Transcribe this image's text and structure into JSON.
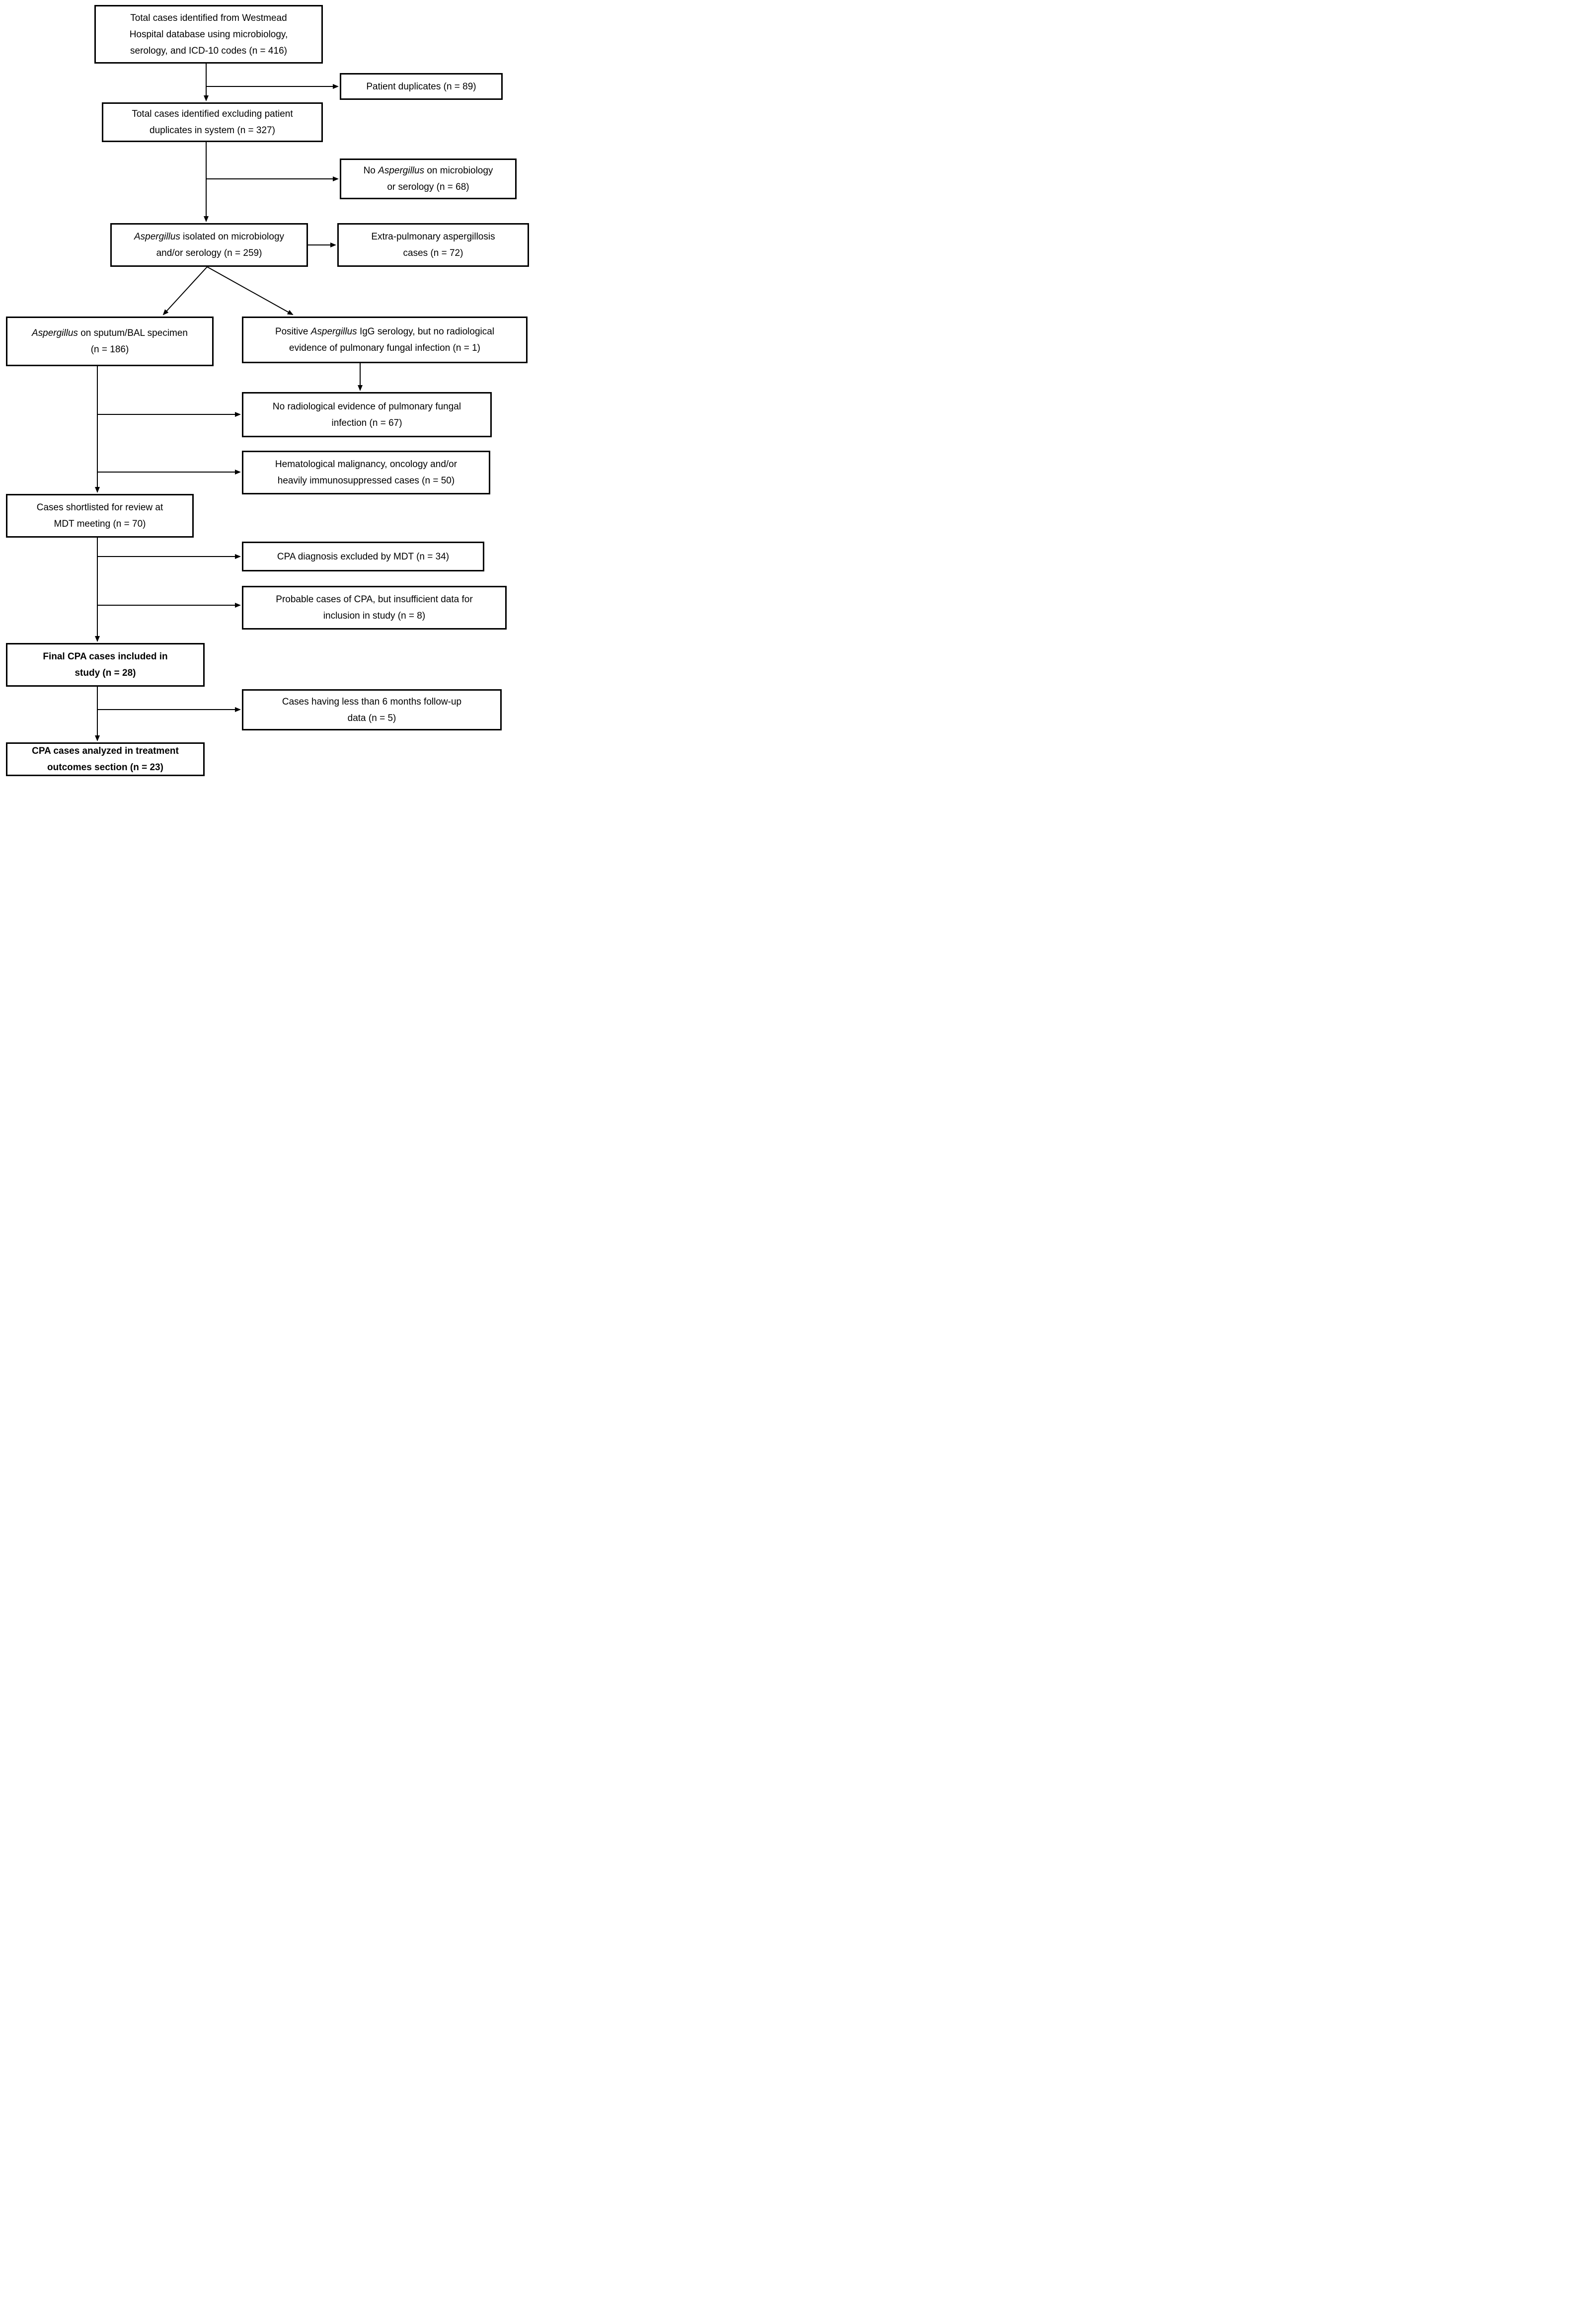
{
  "diagram": {
    "kind": "study-selection-flowchart",
    "box_border_color": "#000000",
    "box_fill_color": "#ffffff",
    "text_color": "#000000"
  },
  "nodes": [
    {
      "id": "total-cases-identified",
      "n": 416,
      "bold": false,
      "lines": [
        [
          {
            "t": "Total cases identified from Westmead"
          }
        ],
        [
          {
            "t": "Hospital database using microbiology,"
          }
        ],
        [
          {
            "t": "serology, and ICD-10 codes (n = 416)"
          }
        ]
      ]
    },
    {
      "id": "patient-duplicates",
      "n": 89,
      "bold": false,
      "lines": [
        [
          {
            "t": "Patient duplicates (n = 89)"
          }
        ]
      ]
    },
    {
      "id": "cases-excluding-duplicates",
      "n": 327,
      "bold": false,
      "lines": [
        [
          {
            "t": "Total cases identified excluding patient"
          }
        ],
        [
          {
            "t": "duplicates in system (n = 327)"
          }
        ]
      ]
    },
    {
      "id": "no-aspergillus-micro-serology",
      "n": 68,
      "bold": false,
      "lines": [
        [
          {
            "t": "No "
          },
          {
            "t": "Aspergillus",
            "i": true
          },
          {
            "t": " on microbiology"
          }
        ],
        [
          {
            "t": "or serology (n = 68)"
          }
        ]
      ]
    },
    {
      "id": "aspergillus-isolated",
      "n": 259,
      "bold": false,
      "lines": [
        [
          {
            "t": "Aspergillus",
            "i": true
          },
          {
            "t": " isolated on microbiology"
          }
        ],
        [
          {
            "t": "and/or serology (n = 259)"
          }
        ]
      ]
    },
    {
      "id": "extra-pulmonary-aspergillosis",
      "n": 72,
      "bold": false,
      "lines": [
        [
          {
            "t": "Extra-pulmonary aspergillosis"
          }
        ],
        [
          {
            "t": "cases (n = 72)"
          }
        ]
      ]
    },
    {
      "id": "aspergillus-sputum-bal",
      "n": 186,
      "bold": false,
      "lines": [
        [
          {
            "t": "Aspergillus",
            "i": true
          },
          {
            "t": " on sputum/BAL specimen"
          }
        ],
        [
          {
            "t": "(n = 186)"
          }
        ]
      ]
    },
    {
      "id": "positive-igg-no-radiology",
      "n": 1,
      "bold": false,
      "lines": [
        [
          {
            "t": "Positive "
          },
          {
            "t": "Aspergillus",
            "i": true
          },
          {
            "t": " IgG serology, but no radiological"
          }
        ],
        [
          {
            "t": "evidence of pulmonary fungal infection (n = 1)"
          }
        ]
      ]
    },
    {
      "id": "no-radiological-evidence",
      "n": 67,
      "bold": false,
      "lines": [
        [
          {
            "t": "No radiological evidence of pulmonary fungal"
          }
        ],
        [
          {
            "t": "infection (n = 67)"
          }
        ]
      ]
    },
    {
      "id": "hematological-malignancy",
      "n": 50,
      "bold": false,
      "lines": [
        [
          {
            "t": "Hematological malignancy, oncology and/or"
          }
        ],
        [
          {
            "t": "heavily immunosuppressed cases (n = 50)"
          }
        ]
      ]
    },
    {
      "id": "shortlisted-mdt-review",
      "n": 70,
      "bold": false,
      "lines": [
        [
          {
            "t": "Cases shortlisted for review at"
          }
        ],
        [
          {
            "t": "MDT meeting (n = 70)"
          }
        ]
      ]
    },
    {
      "id": "cpa-excluded-by-mdt",
      "n": 34,
      "bold": false,
      "lines": [
        [
          {
            "t": "CPA diagnosis excluded by MDT (n = 34)"
          }
        ]
      ]
    },
    {
      "id": "probable-cpa-insufficient-data",
      "n": 8,
      "bold": false,
      "lines": [
        [
          {
            "t": "Probable cases of CPA, but insufficient data for"
          }
        ],
        [
          {
            "t": "inclusion in study (n = 8)"
          }
        ]
      ]
    },
    {
      "id": "final-cpa-included",
      "n": 28,
      "bold": true,
      "lines": [
        [
          {
            "t": "Final CPA cases included in"
          }
        ],
        [
          {
            "t": "study (n = 28)"
          }
        ]
      ]
    },
    {
      "id": "less-than-6-months-followup",
      "n": 5,
      "bold": false,
      "lines": [
        [
          {
            "t": "Cases having less than 6 months follow-up"
          }
        ],
        [
          {
            "t": "data (n = 5)"
          }
        ]
      ]
    },
    {
      "id": "cpa-analyzed-treatment-outcomes",
      "n": 23,
      "bold": true,
      "lines": [
        [
          {
            "t": "CPA cases analyzed in treatment"
          }
        ],
        [
          {
            "t": "outcomes section (n = 23)"
          }
        ]
      ]
    }
  ],
  "edges": [
    {
      "from": "total-cases-identified",
      "to": "cases-excluding-duplicates"
    },
    {
      "from": "total-cases-identified",
      "to": "patient-duplicates"
    },
    {
      "from": "cases-excluding-duplicates",
      "to": "aspergillus-isolated"
    },
    {
      "from": "cases-excluding-duplicates",
      "to": "no-aspergillus-micro-serology"
    },
    {
      "from": "aspergillus-isolated",
      "to": "extra-pulmonary-aspergillosis"
    },
    {
      "from": "aspergillus-isolated",
      "to": "aspergillus-sputum-bal"
    },
    {
      "from": "aspergillus-isolated",
      "to": "positive-igg-no-radiology"
    },
    {
      "from": "positive-igg-no-radiology",
      "to": "no-radiological-evidence"
    },
    {
      "from": "aspergillus-sputum-bal",
      "to": "no-radiological-evidence"
    },
    {
      "from": "aspergillus-sputum-bal",
      "to": "hematological-malignancy"
    },
    {
      "from": "aspergillus-sputum-bal",
      "to": "shortlisted-mdt-review"
    },
    {
      "from": "shortlisted-mdt-review",
      "to": "cpa-excluded-by-mdt"
    },
    {
      "from": "shortlisted-mdt-review",
      "to": "probable-cpa-insufficient-data"
    },
    {
      "from": "shortlisted-mdt-review",
      "to": "final-cpa-included"
    },
    {
      "from": "final-cpa-included",
      "to": "less-than-6-months-followup"
    },
    {
      "from": "final-cpa-included",
      "to": "cpa-analyzed-treatment-outcomes"
    }
  ]
}
